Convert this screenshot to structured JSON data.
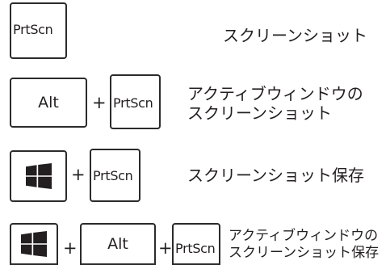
{
  "rows": [
    {
      "prtscn": "PrtScn",
      "description": "スクリーンショット"
    },
    {
      "alt": "Alt",
      "plus": "+",
      "prtscn": "PrtScn",
      "description_line1": "アクティブウィンドウの",
      "description_line2": "スクリーンショット"
    },
    {
      "windows_icon": "windows-logo",
      "plus": "+",
      "prtscn": "PrtScn",
      "description": "スクリーンショット保存"
    },
    {
      "windows_icon": "windows-logo",
      "plus1": "+",
      "alt": "Alt",
      "plus2": "+",
      "prtscn": "PrtScn",
      "description_line1": "アクティブウィンドウの",
      "description_line2": "スクリーンショット保存"
    }
  ]
}
